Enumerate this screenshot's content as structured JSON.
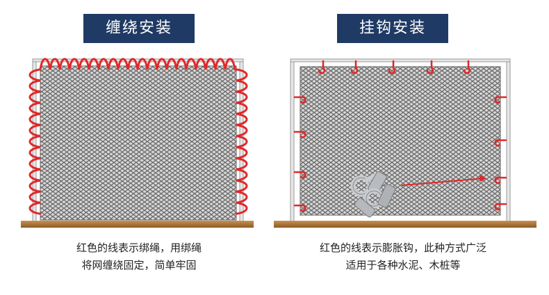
{
  "left": {
    "title": "缠绕安装",
    "caption_line1": "红色的线表示绑绳，用绑绳",
    "caption_line2": "将网缠绕固定，简单牢固"
  },
  "right": {
    "title": "挂钩安装",
    "caption_line1": "红色的线表示膨胀钩，此种方式广泛",
    "caption_line2": "适用于各种水泥、木桩等"
  },
  "colors": {
    "title_bg": "#1f3a64",
    "rope_red": "#e0282a",
    "ground": "#b07a3a",
    "mesh": "#7a7a7a"
  }
}
